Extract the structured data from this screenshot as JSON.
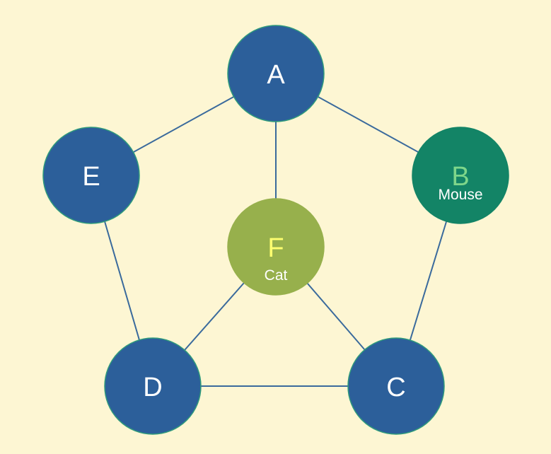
{
  "colors": {
    "background": "#fdf6d3",
    "edge": "#3a6a9c",
    "node_default": "#2c5f9a",
    "node_default_stroke": "#2f9a7c",
    "label_default": "#ffffff",
    "node_b": "#138466",
    "label_b": "#7ed68a",
    "node_f": "#97b04c",
    "label_f": "#ffff70",
    "sublabel": "#ffffff"
  },
  "nodes": [
    {
      "id": "A",
      "label": "A",
      "sublabel": ""
    },
    {
      "id": "B",
      "label": "B",
      "sublabel": "Mouse"
    },
    {
      "id": "C",
      "label": "C",
      "sublabel": ""
    },
    {
      "id": "D",
      "label": "D",
      "sublabel": ""
    },
    {
      "id": "E",
      "label": "E",
      "sublabel": ""
    },
    {
      "id": "F",
      "label": "F",
      "sublabel": "Cat"
    }
  ],
  "edges": [
    {
      "from": "A",
      "to": "B"
    },
    {
      "from": "A",
      "to": "E"
    },
    {
      "from": "A",
      "to": "F"
    },
    {
      "from": "B",
      "to": "C"
    },
    {
      "from": "C",
      "to": "D"
    },
    {
      "from": "D",
      "to": "E"
    },
    {
      "from": "F",
      "to": "C"
    },
    {
      "from": "F",
      "to": "D"
    }
  ]
}
